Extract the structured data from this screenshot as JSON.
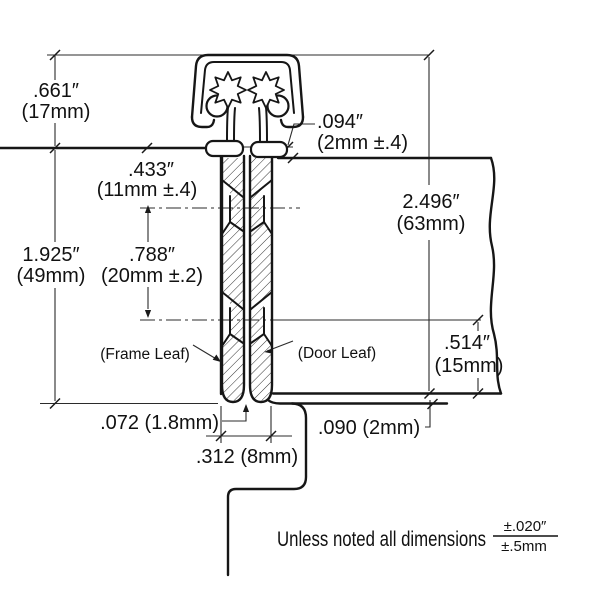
{
  "drawing": {
    "line_color": "#1a1a1a",
    "background": "#ffffff",
    "subject": "continuous hinge cross-section"
  },
  "dimensions": {
    "cap_height": {
      "inches": ".661″",
      "metric": "(17mm)"
    },
    "face_to_first_hole": {
      "inches": ".433″",
      "metric": "(11mm  ±.4)"
    },
    "hole_spacing": {
      "inches": ".788″",
      "metric": "(20mm  ±.2)"
    },
    "leaf_width": {
      "inches": "1.925″",
      "metric": "(49mm)"
    },
    "face_offset": {
      "inches": ".094″",
      "metric": "(2mm  ±.4)"
    },
    "overall_height": {
      "inches": "2.496″",
      "metric": "(63mm)"
    },
    "hole_to_door_edge": {
      "inches": ".514″",
      "metric": "(15mm)"
    },
    "leaf_gap": ".072 (1.8mm)",
    "hinge_width": ".312 (8mm)",
    "door_clearance": ".090 (2mm)"
  },
  "labels": {
    "frame_leaf": "(Frame Leaf)",
    "door_leaf": "(Door Leaf)"
  },
  "footer": {
    "note": "Unless noted all dimensions",
    "tolerance_inches": "±.020″",
    "tolerance_metric": "±.5mm"
  }
}
